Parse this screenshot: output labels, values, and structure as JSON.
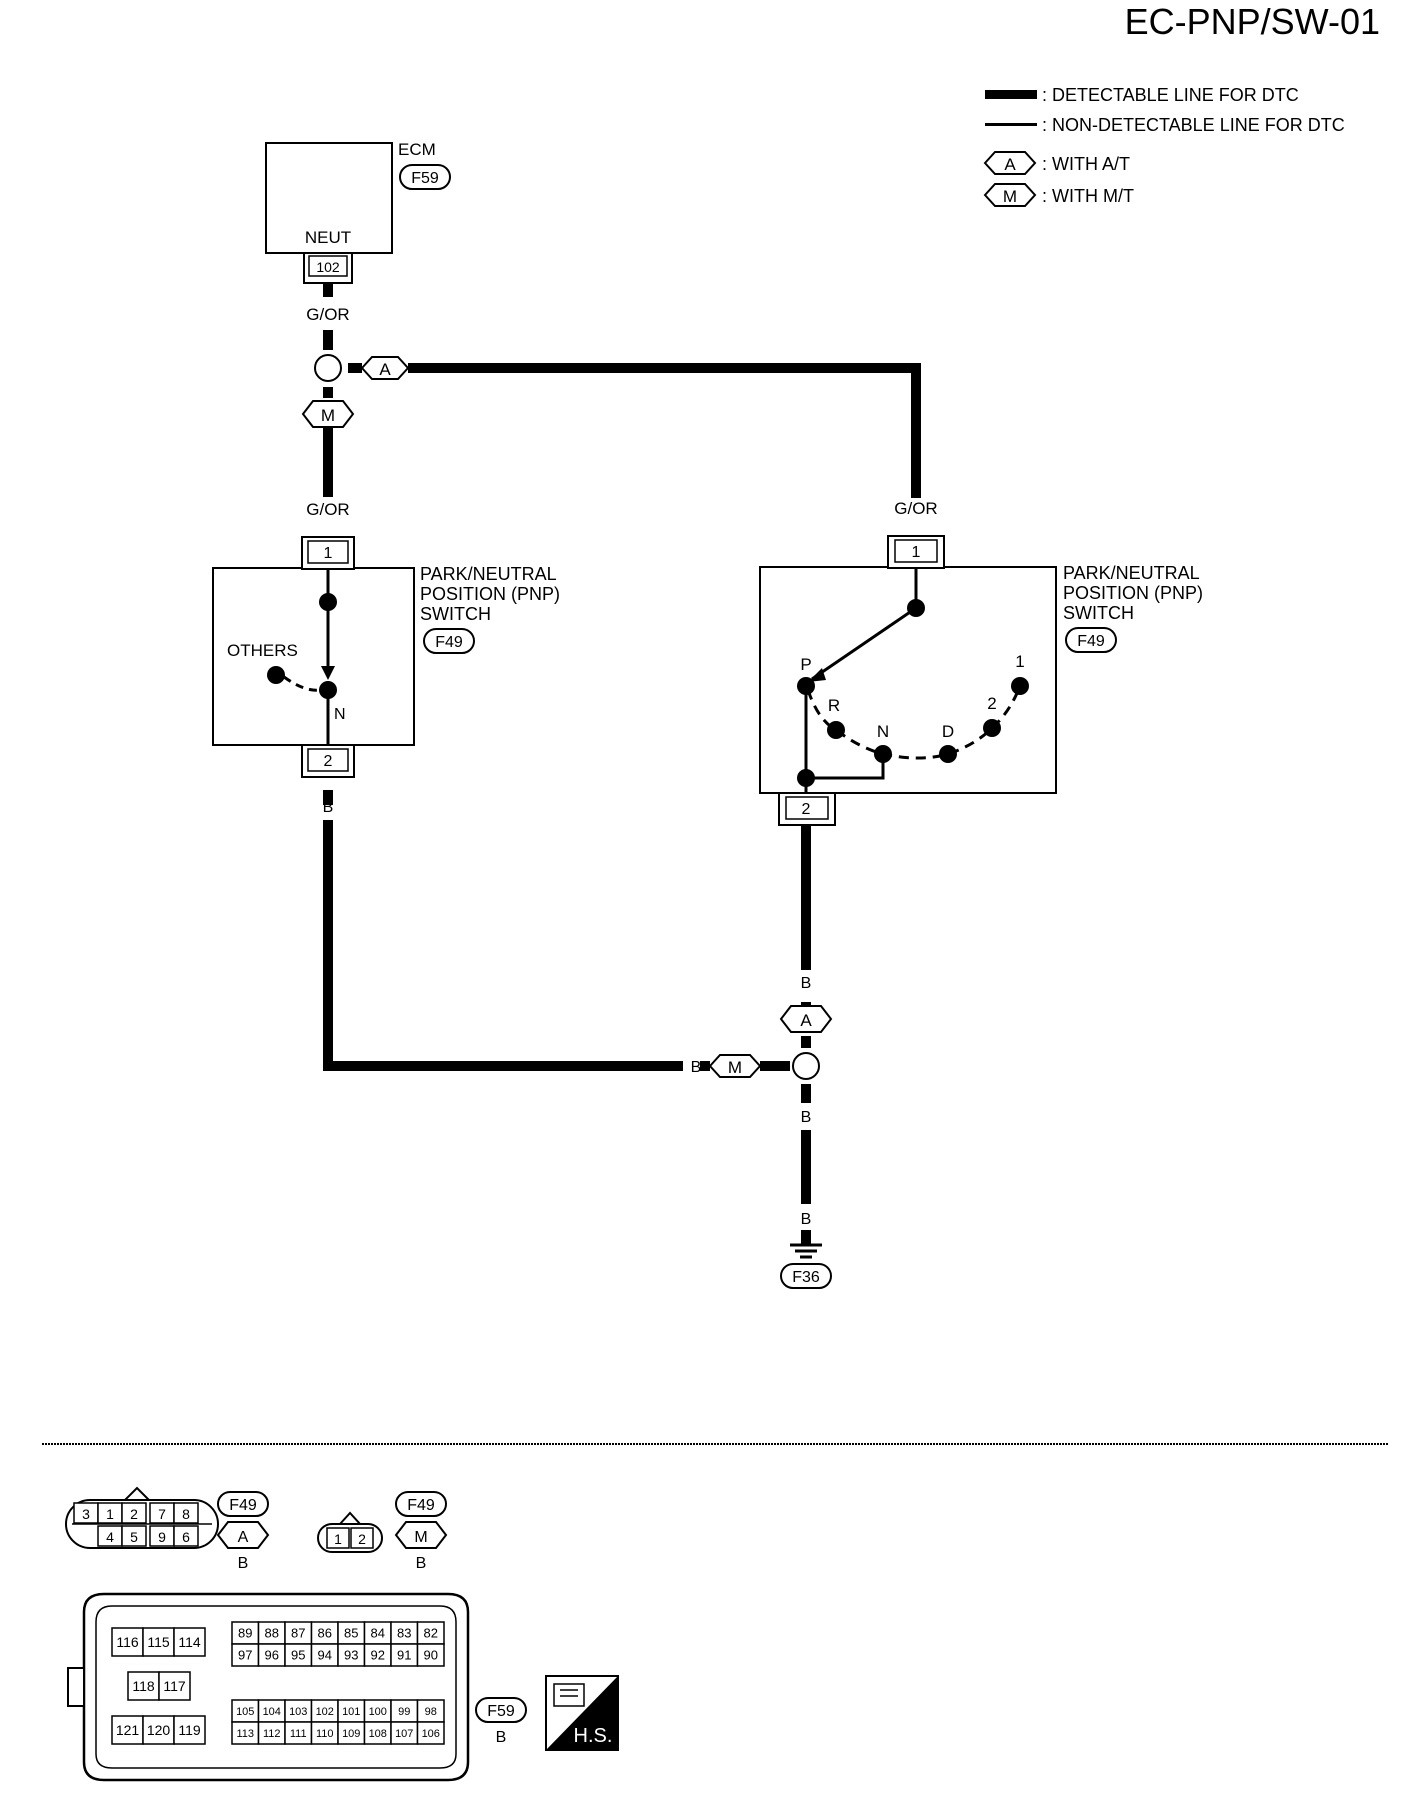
{
  "page_title": "EC-PNP/SW-01",
  "legend": {
    "detectable": ": DETECTABLE LINE FOR DTC",
    "non_detectable": ": NON-DETECTABLE LINE FOR DTC",
    "at_tag": "A",
    "at_label": ": WITH A/T",
    "mt_tag": "M",
    "mt_label": ": WITH M/T"
  },
  "ecm": {
    "name": "ECM",
    "connector": "F59",
    "terminal_label": "NEUT",
    "terminal": "102"
  },
  "wires": {
    "g_or": "G/OR",
    "b": "B"
  },
  "tags": {
    "a": "A",
    "m": "M"
  },
  "pnp_switch": {
    "title_line1": "PARK/NEUTRAL",
    "title_line2": "POSITION (PNP)",
    "title_line3": "SWITCH",
    "connector": "F49",
    "pin1": "1",
    "pin2": "2",
    "mt_others": "OTHERS",
    "mt_n": "N",
    "positions": [
      "P",
      "R",
      "N",
      "D",
      "2",
      "1"
    ]
  },
  "ground": {
    "connector": "F36"
  },
  "connectors_legend": {
    "at9": {
      "top_row": [
        "3",
        "1",
        "2",
        "7",
        "8"
      ],
      "bottom_row": [
        "4",
        "5",
        "9",
        "6"
      ],
      "name": "F49",
      "tag": "A",
      "color": "B"
    },
    "mt2": {
      "pins": [
        "1",
        "2"
      ],
      "name": "F49",
      "tag": "M",
      "color": "B"
    },
    "ecm": {
      "left_top": [
        "116",
        "115",
        "114"
      ],
      "left_mid": [
        "118",
        "117"
      ],
      "left_bottom": [
        "121",
        "120",
        "119"
      ],
      "grid1_row1": [
        "89",
        "88",
        "87",
        "86",
        "85",
        "84",
        "83",
        "82"
      ],
      "grid1_row2": [
        "97",
        "96",
        "95",
        "94",
        "93",
        "92",
        "91",
        "90"
      ],
      "grid2_row1": [
        "105",
        "104",
        "103",
        "102",
        "101",
        "100",
        "99",
        "98"
      ],
      "grid2_row2": [
        "113",
        "112",
        "111",
        "110",
        "109",
        "108",
        "107",
        "106"
      ],
      "name": "F59",
      "color": "B"
    },
    "hs_label": "H.S."
  }
}
